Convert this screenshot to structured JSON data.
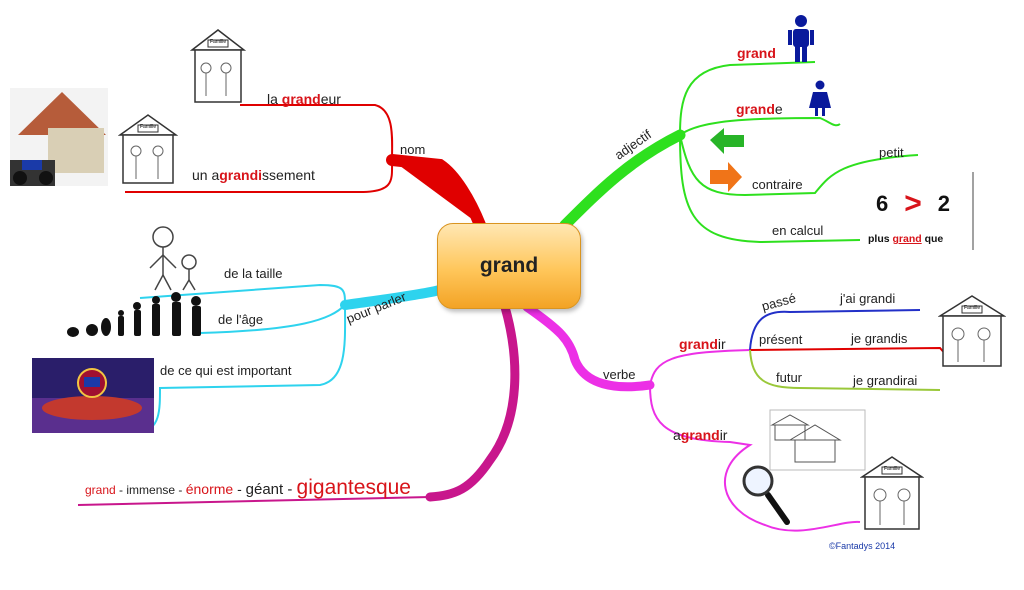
{
  "center": "grand",
  "nom": {
    "branch_label": "nom",
    "grandeur": {
      "pre": "la ",
      "key": "grand",
      "post": "eur"
    },
    "agrandissement": {
      "pre": "un a",
      "key": "grandi",
      "post": "ssement"
    }
  },
  "pour_parler": {
    "branch_label": "pour parler",
    "items": [
      "de la taille",
      "de l'âge",
      "de ce qui est important"
    ]
  },
  "synonyms": {
    "w1": "grand",
    "sep1": " - ",
    "w2": "immense",
    "sep2": " - ",
    "w3": "énorme",
    "sep3": " - ",
    "w4": "géant",
    "sep4": " - ",
    "w5": "gigantesque"
  },
  "adjectif": {
    "branch_label": "adjectif",
    "masc": "grand",
    "fem": {
      "key": "grand",
      "post": "e"
    },
    "contraire": "contraire",
    "petit": "petit",
    "en_calcul": "en calcul",
    "calc": {
      "left": "6",
      "right": "2",
      "sub_pre": "plus ",
      "sub_key": "grand",
      "sub_post": " que"
    }
  },
  "verbe": {
    "branch_label": "verbe",
    "grandir": {
      "key": "grand",
      "post": "ir"
    },
    "passe": "passé",
    "passe_ex": "j'ai grandi",
    "present": "présent",
    "present_ex": "je grandis",
    "futur": "futur",
    "futur_ex": "je grandirai",
    "agrandir": {
      "pre": "a",
      "key": "grand",
      "post": "ir"
    }
  },
  "house_sign": "Famille",
  "credit": "©Fantadys 2014",
  "colors": {
    "nom": "#e00000",
    "pour_parler": "#2ed3ee",
    "synonyms": "#c8168c",
    "adjectif": "#2ee01e",
    "verbe": "#ec30e6",
    "accent": "#d8141a"
  }
}
